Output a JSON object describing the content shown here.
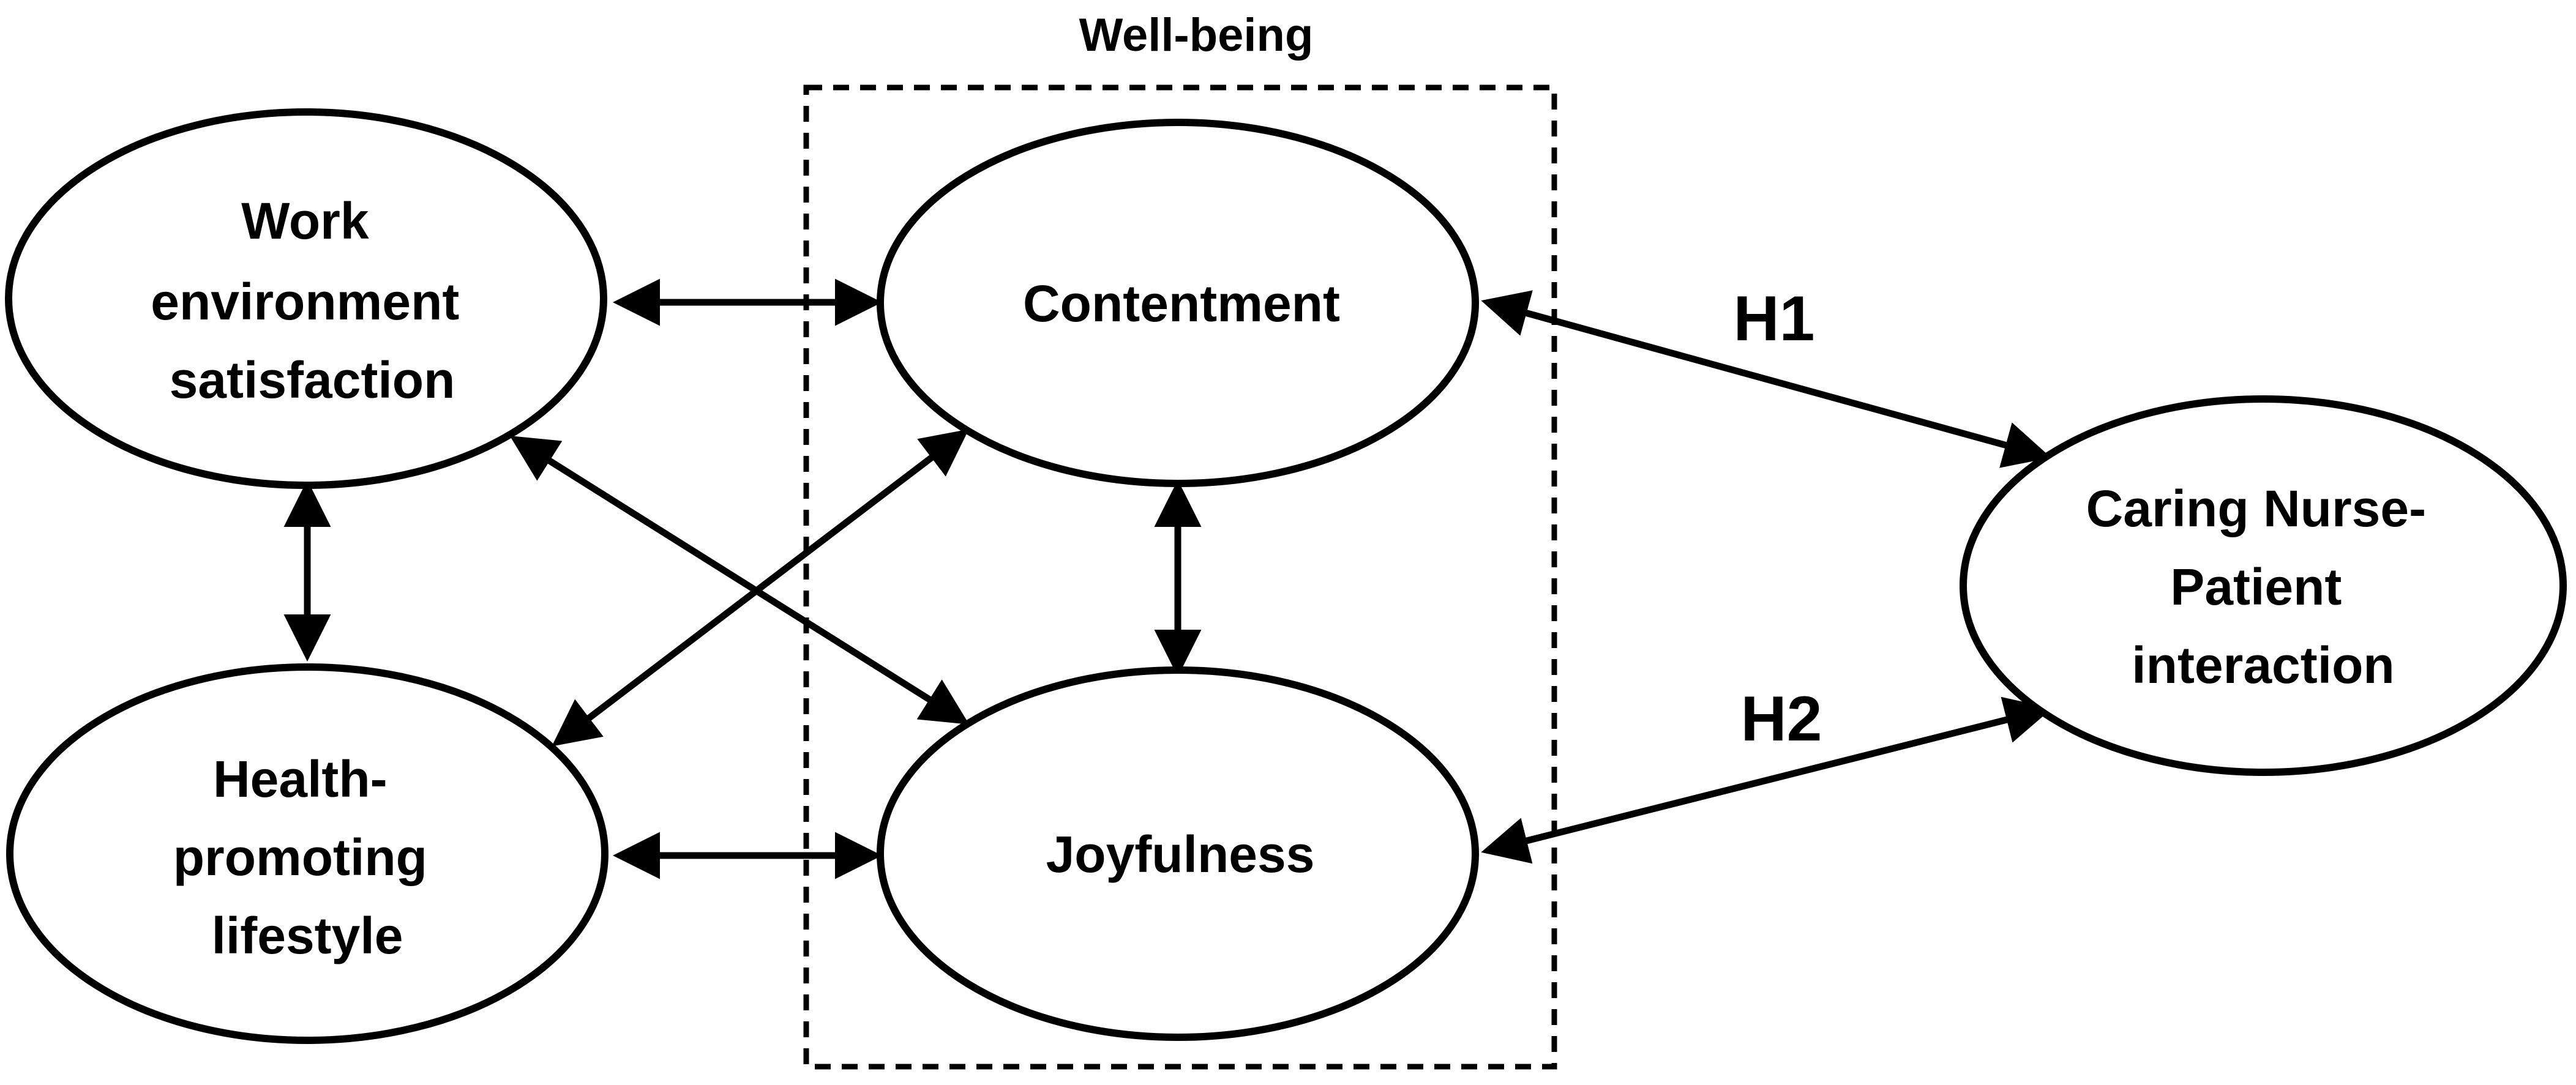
{
  "group": {
    "label": "Well-being"
  },
  "nodes": {
    "work_env": {
      "lines": [
        "Work",
        "environment",
        "satisfaction"
      ]
    },
    "health": {
      "lines": [
        "Health-",
        "promoting",
        "lifestyle"
      ]
    },
    "contentment": {
      "lines": [
        "Contentment"
      ]
    },
    "joyfulness": {
      "lines": [
        "Joyfulness"
      ]
    },
    "caring": {
      "lines": [
        "Caring Nurse-",
        "Patient",
        "interaction"
      ]
    }
  },
  "hypotheses": {
    "h1": "H1",
    "h2": "H2"
  },
  "edges": [
    {
      "from": "work_env",
      "to": "contentment",
      "type": "bidirectional"
    },
    {
      "from": "health",
      "to": "joyfulness",
      "type": "bidirectional"
    },
    {
      "from": "work_env",
      "to": "health",
      "type": "bidirectional"
    },
    {
      "from": "contentment",
      "to": "joyfulness",
      "type": "bidirectional"
    },
    {
      "from": "work_env",
      "to": "joyfulness",
      "type": "bidirectional"
    },
    {
      "from": "health",
      "to": "contentment",
      "type": "bidirectional"
    },
    {
      "from": "contentment",
      "to": "caring",
      "type": "bidirectional",
      "label": "H1"
    },
    {
      "from": "joyfulness",
      "to": "caring",
      "type": "bidirectional",
      "label": "H2"
    }
  ]
}
